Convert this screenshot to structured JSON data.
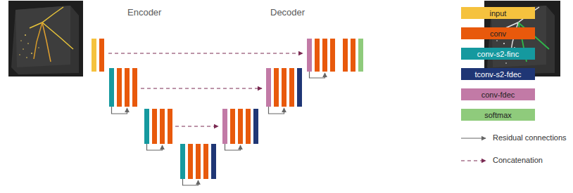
{
  "diagram": {
    "labels": [
      "Encoder",
      "Decoder"
    ],
    "legend": [
      {
        "text": "input",
        "color": "#f5c23e"
      },
      {
        "text": "conv",
        "color": "#e8590c"
      },
      {
        "text": "conv-s2-finc",
        "color": "#15999f"
      },
      {
        "text": "tconv-s2-fdec",
        "color": "#1f3675"
      },
      {
        "text": "conv-fdec",
        "color": "#c27aa6"
      },
      {
        "text": "softmax",
        "color": "#8fcb7c"
      },
      {
        "text": "Residual connections"
      },
      {
        "text": "Concatenation"
      }
    ]
  }
}
